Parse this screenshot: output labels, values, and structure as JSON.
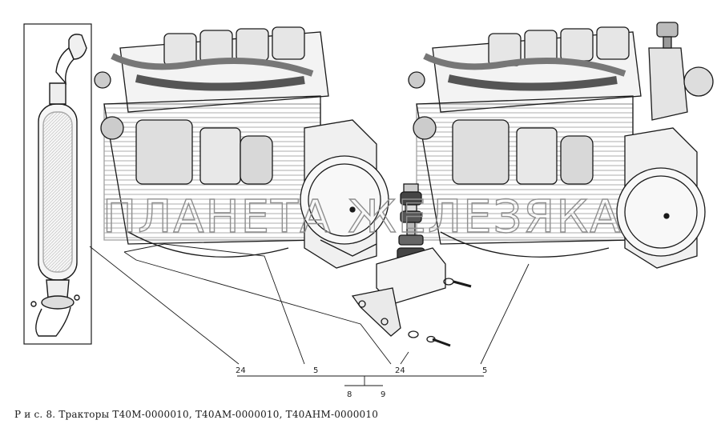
{
  "watermark": "ПЛАНЕТА ЖЕЛЕЗЯКА",
  "callouts": {
    "c24_left": "24",
    "c5_left": "5",
    "c24_mid": "24",
    "c5_right": "5",
    "c8": "8",
    "c9": "9"
  },
  "caption": "Р и с. 8. Тракторы Т40М-0000010, Т40АМ-0000010, Т40АНМ-0000010",
  "colors": {
    "ink": "#1a1a1a",
    "paper": "#ffffff",
    "watermark": "#8f8f8f"
  }
}
